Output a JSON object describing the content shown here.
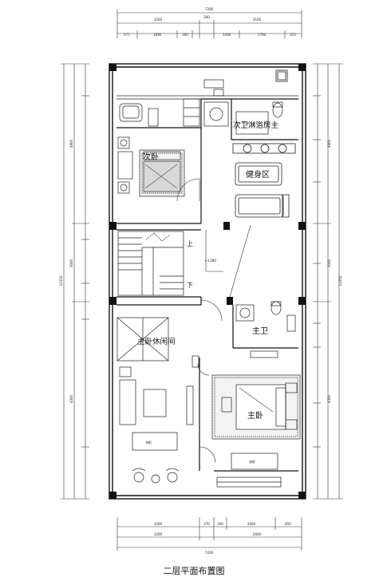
{
  "title": "二层平面布置图",
  "rooms": {
    "second_bedroom": "次卧",
    "guest_bath": "次卫淋浴房主",
    "gym": "健身区",
    "stair_up": "上",
    "stair_down": "下",
    "master_lounge": "主卧休闲间",
    "master_bath": "主卫",
    "master_bedroom": "主卧",
    "cabinet_left": "书柜",
    "cabinet_right": "衣柜"
  },
  "level_mark": "+3.300",
  "dims": {
    "top_total": "7200",
    "top_a": "3200",
    "top_b": "3100",
    "top_c": "300",
    "top_r1": "577",
    "top_r2": "1836",
    "top_r3": "300",
    "top_r4": "1436",
    "top_r5": "1700",
    "top_r6": "315",
    "left_a": "4900",
    "left_b": "3000",
    "left_c": "4300",
    "left_total": "12350",
    "right_a": "4900",
    "right_b": "3000",
    "right_c": "4300",
    "right_total": "12350",
    "bot_a": "3200",
    "bot_b": "2600",
    "bot_c": "850",
    "bot_d": "370",
    "bot_e": "300",
    "bot_total": "7200"
  }
}
